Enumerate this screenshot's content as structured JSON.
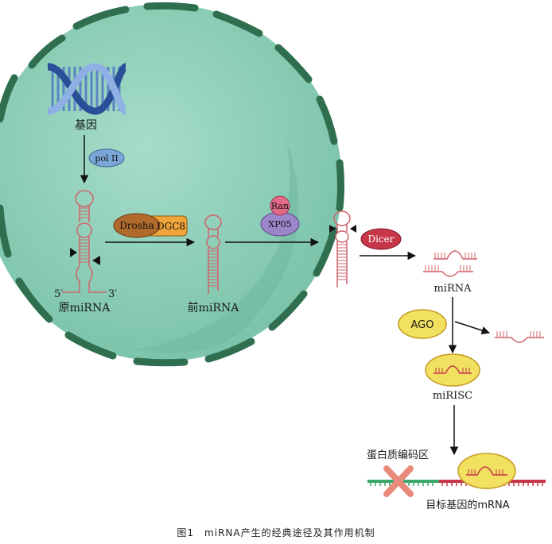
{
  "labels": {
    "gene": "基因",
    "pol2": "pol II",
    "drosha": "Drosha",
    "dgc8": "DGC8",
    "ran": "Ran",
    "xpo5": "XP05",
    "dicer": "Dicer",
    "pri_mirna": "原miRNA",
    "pre_mirna": "前miRNA",
    "mirna": "miRNA",
    "ago": "AGO",
    "mirisc": "miRISC",
    "five_prime": "5′",
    "three_prime": "3′",
    "coding_region": "蛋白质编码区",
    "target_mrna": "目标基因的mRNA"
  },
  "caption": "图1　miRNA产生的经典途径及其作用机制",
  "colors": {
    "cell_fill": "#8fcfb9",
    "cell_membrane": "#2f6f4f",
    "rna": "#d0646a",
    "pol2_oval": "#7aa7d8",
    "drosha": "#b06a2c",
    "dgc8": "#f0a53a",
    "ran": "#e46a8a",
    "xpo5": "#9a86c8",
    "dicer": "#c8364a",
    "ago_fill": "#f2e060",
    "ago_stroke": "#c79a22",
    "mrna_green": "#3aa86b",
    "mrna_red": "#c8364a",
    "cross": "#e88a7a"
  }
}
